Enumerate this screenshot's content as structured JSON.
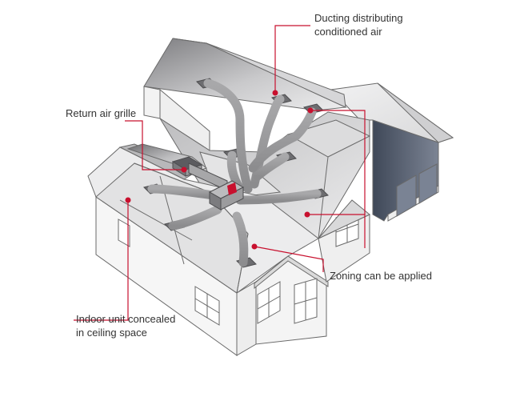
{
  "labels": {
    "ducting_line1": "Ducting distributing",
    "ducting_line2": "conditioned air",
    "return_air": "Return air grille",
    "zoning": "Zoning can be applied",
    "indoor_line1": "Indoor unit concealed",
    "indoor_line2": "in ceiling space"
  },
  "colors": {
    "accent": "#c8102e",
    "roof_dark": "#8a8a8c",
    "roof_light": "#e9e9ea",
    "duct": "#9a9a9c",
    "outline": "#6a6a6a"
  }
}
